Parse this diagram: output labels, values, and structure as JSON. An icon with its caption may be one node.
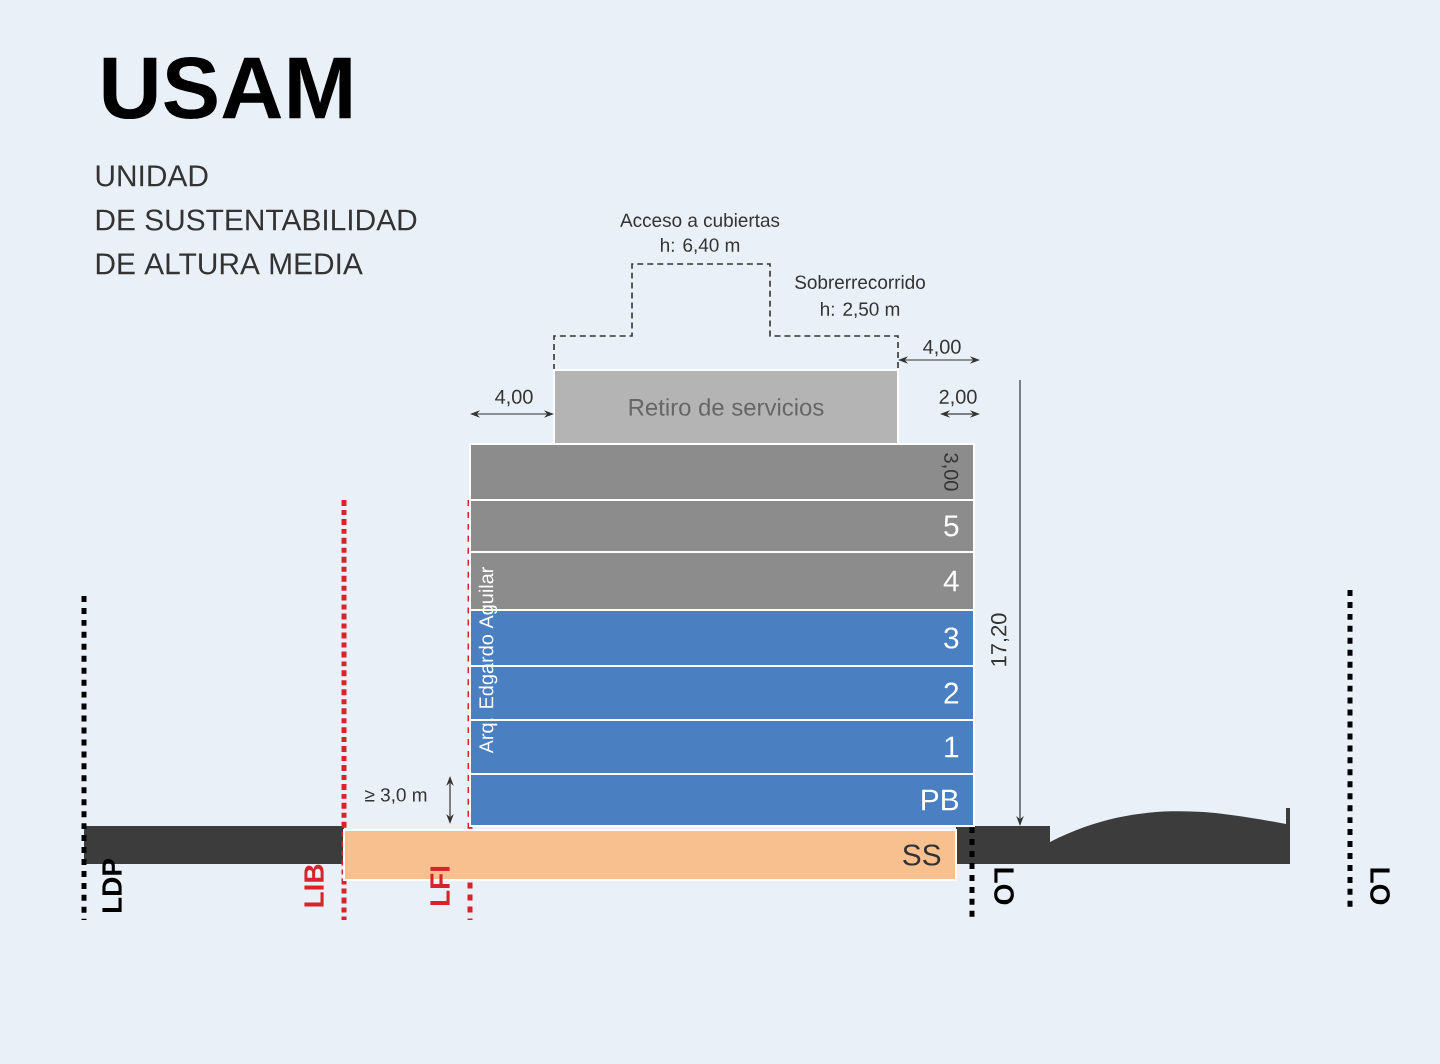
{
  "diagram": {
    "nodes": [
      {
        "text": [
          "Retiro de servicios"
        ]
      },
      {
        "text": [],
        "shape": "bar"
      },
      {
        "text": [
          "5"
        ]
      },
      {
        "text": [
          "4"
        ]
      },
      {
        "text": [
          "3"
        ]
      },
      {
        "text": [
          "2"
        ]
      },
      {
        "text": [
          "1"
        ]
      },
      {
        "text": [
          "PB"
        ]
      },
      {
        "text": [
          "SS"
        ]
      }
    ],
    "edges": [],
    "labels": [
      "USAM",
      "UNIDAD",
      "DE SUSTENTABILIDAD",
      "DE ALTURA MEDIA",
      "Acceso a cubiertas",
      "h: 6,40 m",
      "Sobrerrecorrido",
      "h: 2,50 m",
      "4,00",
      "4,00",
      "2,00",
      "3,00",
      "17,20",
      "Arq. Edgardo Aguilar",
      "≥ 3,0 m",
      "LDP",
      "LIB",
      "LFI",
      "LO",
      "LO"
    ]
  }
}
